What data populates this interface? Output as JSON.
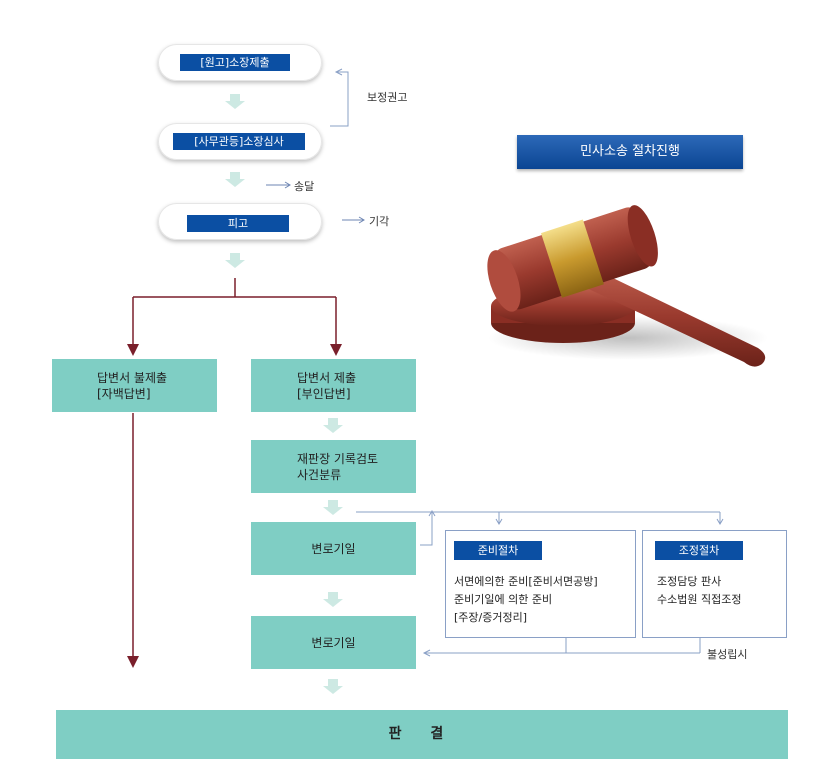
{
  "title": "민사소송 절차진행",
  "top_steps": {
    "step1": "[원고]소장제출",
    "step2": "[사무관등]소장심사",
    "step3": "피고"
  },
  "side_notes": {
    "correction": "보정권고",
    "delivery": "송달",
    "dismissal": "기각"
  },
  "left_branch": {
    "line1": "답변서 불제출",
    "line2": "[자백답변]"
  },
  "right_branch": {
    "answer_line1": "답변서 제출",
    "answer_line2": "[부인답변]",
    "review_line1": "재판장 기록검토",
    "review_line2": "사건분류",
    "hearing1": "변로기일",
    "hearing2": "변로기일"
  },
  "prep_box": {
    "label": "준비절차",
    "line1": "서면에의한 준비[준비서면공방]",
    "line2": "준비기일에 의한 준비",
    "line3": "[주장/증거정리]"
  },
  "mediation_box": {
    "label": "조정절차",
    "line1": "조정담당 판사",
    "line2": "수소법원 직접조정"
  },
  "failure_note": "불성립시",
  "final": "판 결",
  "colors": {
    "teal": "#7fcec4",
    "navy_label": "#0b4fa3",
    "dark_red_line": "#7a1f2b",
    "light_arrow": "#cde9e3",
    "box_border": "#8aa0c6"
  }
}
